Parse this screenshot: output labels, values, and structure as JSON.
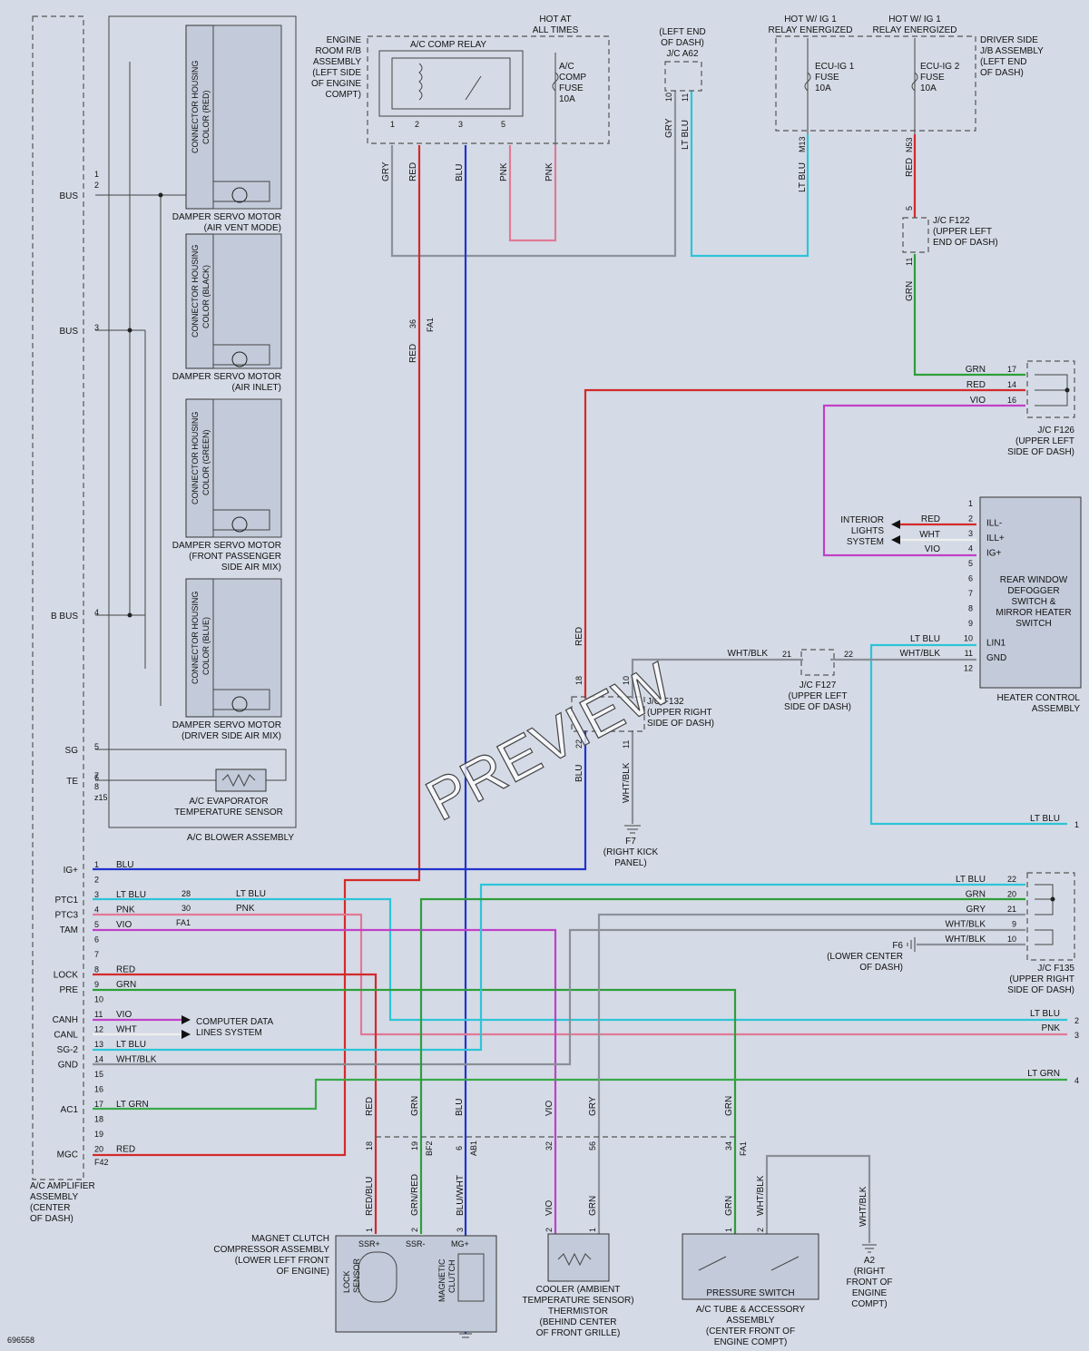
{
  "diagram_id": "696558",
  "watermark": "PREVIEW",
  "colors": {
    "bg": "#d5dbe6",
    "box": "#c3cbda",
    "red": "#d42a2a",
    "blu": "#2233cc",
    "ltblu": "#2ec4d8",
    "grn": "#2e9e3a",
    "ltgrn": "#3aa84a",
    "gry": "#8d939c",
    "pnk": "#e07a96",
    "vio": "#c040c8",
    "whtblk": "#8a8f98"
  },
  "amplifier": {
    "label": [
      "A/C AMPLIFIER",
      "ASSEMBLY",
      "(CENTER",
      "OF DASH)"
    ],
    "connector": "F42",
    "upper_pins": [
      {
        "term": "BUS",
        "pins": [
          "1",
          "2"
        ]
      },
      {
        "term": "BUS",
        "pins": [
          "3"
        ]
      },
      {
        "term": "B BUS",
        "pins": [
          "4"
        ]
      },
      {
        "term": "SG",
        "pins": [
          "5"
        ]
      },
      {
        "term": "TE",
        "pins": [
          "6"
        ]
      },
      {
        "term": "",
        "pins": [
          "7",
          "8",
          "z15"
        ]
      }
    ],
    "pins": [
      {
        "num": "1",
        "term": "IG+",
        "wire": "BLU"
      },
      {
        "num": "2",
        "term": "",
        "wire": ""
      },
      {
        "num": "3",
        "term": "PTC1",
        "wire": "LT BLU"
      },
      {
        "num": "4",
        "term": "PTC3",
        "wire": "PNK"
      },
      {
        "num": "5",
        "term": "TAM",
        "wire": "VIO"
      },
      {
        "num": "6",
        "term": "",
        "wire": ""
      },
      {
        "num": "7",
        "term": "",
        "wire": ""
      },
      {
        "num": "8",
        "term": "LOCK",
        "wire": "RED"
      },
      {
        "num": "9",
        "term": "PRE",
        "wire": "GRN"
      },
      {
        "num": "10",
        "term": "",
        "wire": ""
      },
      {
        "num": "11",
        "term": "CANH",
        "wire": "VIO"
      },
      {
        "num": "12",
        "term": "CANL",
        "wire": "WHT"
      },
      {
        "num": "13",
        "term": "SG-2",
        "wire": "LT BLU"
      },
      {
        "num": "14",
        "term": "GND",
        "wire": "WHT/BLK"
      },
      {
        "num": "15",
        "term": "",
        "wire": ""
      },
      {
        "num": "16",
        "term": "",
        "wire": ""
      },
      {
        "num": "17",
        "term": "AC1",
        "wire": "LT GRN"
      },
      {
        "num": "18",
        "term": "",
        "wire": ""
      },
      {
        "num": "19",
        "term": "",
        "wire": ""
      },
      {
        "num": "20",
        "term": "MGC",
        "wire": "RED"
      }
    ]
  },
  "blower": {
    "label": "A/C BLOWER ASSEMBLY",
    "motors": [
      {
        "housing": [
          "CONNECTOR HOUSING",
          "COLOR (RED)"
        ],
        "title": [
          "DAMPER SERVO MOTOR",
          "(AIR VENT MODE)"
        ]
      },
      {
        "housing": [
          "CONNECTOR HOUSING",
          "COLOR (BLACK)"
        ],
        "title": [
          "DAMPER SERVO MOTOR",
          "(AIR INLET)"
        ]
      },
      {
        "housing": [
          "CONNECTOR HOUSING",
          "COLOR (GREEN)"
        ],
        "title": [
          "DAMPER SERVO MOTOR",
          "(FRONT PASSENGER",
          "SIDE AIR MIX)"
        ]
      },
      {
        "housing": [
          "CONNECTOR HOUSING",
          "COLOR (BLUE)"
        ],
        "title": [
          "DAMPER SERVO MOTOR",
          "(DRIVER SIDE AIR MIX)"
        ]
      }
    ],
    "sensor": [
      "A/C EVAPORATOR",
      "TEMPERATURE SENSOR"
    ]
  },
  "relay_block": {
    "side_label": [
      "ENGINE",
      "ROOM R/B",
      "ASSEMBLY",
      "(LEFT SIDE",
      "OF ENGINE",
      "COMPT)"
    ],
    "hot": [
      "HOT AT",
      "ALL TIMES"
    ],
    "relay": "A/C COMP RELAY",
    "fuse": [
      "A/C",
      "COMP",
      "FUSE",
      "10A"
    ],
    "pins": [
      "1",
      "2",
      "3",
      "5"
    ],
    "wires": [
      "GRY",
      "RED",
      "BLU",
      "PNK",
      "PNK"
    ]
  },
  "jc_a62": {
    "label": [
      "(LEFT END",
      "OF DASH)",
      "J/C A62"
    ],
    "pins": [
      "10",
      "11"
    ],
    "wires": [
      "GRY",
      "LT BLU"
    ]
  },
  "driver_jb": {
    "label": [
      "DRIVER SIDE",
      "J/B ASSEMBLY",
      "(LEFT END",
      "OF DASH)"
    ],
    "hot1": [
      "HOT W/ IG 1",
      "RELAY ENERGIZED"
    ],
    "hot2": [
      "HOT W/ IG 1",
      "RELAY ENERGIZED"
    ],
    "fuse1": [
      "ECU-IG 1",
      "FUSE",
      "10A"
    ],
    "fuse2": [
      "ECU-IG 2",
      "FUSE",
      "10A"
    ],
    "pins": [
      "M13",
      "N53"
    ],
    "wires": [
      "LT BLU",
      "RED"
    ]
  },
  "jc_f122": {
    "label": [
      "J/C F122",
      "(UPPER LEFT",
      "END OF DASH)"
    ],
    "pins": [
      "5",
      "11"
    ],
    "wire": "GRN"
  },
  "jc_f126": {
    "label": [
      "J/C F126",
      "(UPPER LEFT",
      "SIDE OF DASH)"
    ],
    "rows": [
      {
        "wire": "GRN",
        "pin": "17"
      },
      {
        "wire": "RED",
        "pin": "14"
      },
      {
        "wire": "VIO",
        "pin": "16"
      }
    ]
  },
  "fa1_36": {
    "pin": "36",
    "conn": "FA1",
    "wire": "RED"
  },
  "heater": {
    "switch": [
      "REAR WINDOW",
      "DEFOGGER",
      "SWITCH &",
      "MIRROR HEATER",
      "SWITCH"
    ],
    "assembly": [
      "HEATER CONTROL",
      "ASSEMBLY"
    ],
    "pins": [
      {
        "num": "1",
        "term": ""
      },
      {
        "num": "2",
        "term": "ILL-"
      },
      {
        "num": "3",
        "term": "ILL+"
      },
      {
        "num": "4",
        "term": "IG+"
      },
      {
        "num": "5",
        "term": ""
      },
      {
        "num": "6",
        "term": ""
      },
      {
        "num": "7",
        "term": ""
      },
      {
        "num": "8",
        "term": ""
      },
      {
        "num": "9",
        "term": ""
      },
      {
        "num": "10",
        "term": "LIN1"
      },
      {
        "num": "11",
        "term": "GND"
      },
      {
        "num": "12",
        "term": ""
      }
    ],
    "wires": [
      "RED",
      "WHT",
      "VIO",
      "LT BLU",
      "WHT/BLK"
    ]
  },
  "interior": [
    "INTERIOR",
    "LIGHTS",
    "SYSTEM"
  ],
  "jc_f127": {
    "label": [
      "J/C F127",
      "(UPPER LEFT",
      "SIDE OF DASH)"
    ],
    "pins": [
      "21",
      "22"
    ],
    "wire": "WHT/BLK"
  },
  "jc_f132": {
    "label": [
      "J/C F132",
      "(UPPER RIGHT",
      "SIDE OF DASH)"
    ],
    "pins": [
      "18",
      "10",
      "22",
      "11"
    ],
    "wires": [
      "RED",
      "BLU",
      "WHT/BLK"
    ]
  },
  "ground_f7": {
    "id": "F7",
    "label": [
      "(RIGHT KICK",
      "PANEL)"
    ]
  },
  "jc_f135": {
    "label": [
      "J/C F135",
      "(UPPER RIGHT",
      "SIDE OF DASH)"
    ],
    "rows": [
      {
        "wire": "LT BLU",
        "pin": "22"
      },
      {
        "wire": "GRN",
        "pin": "20"
      },
      {
        "wire": "GRY",
        "pin": "21"
      },
      {
        "wire": "WHT/BLK",
        "pin": "9"
      },
      {
        "wire": "WHT/BLK",
        "pin": "10"
      }
    ]
  },
  "ground_f6": {
    "id": "F6",
    "label": [
      "(LOWER CENTER",
      "OF DASH)"
    ]
  },
  "fa1_mid": {
    "pins": [
      "28",
      "30"
    ],
    "conn": "FA1",
    "wires": [
      "LT BLU",
      "PNK"
    ]
  },
  "right_exits": [
    {
      "wire": "LT BLU",
      "num": "1"
    },
    {
      "wire": "LT BLU",
      "num": "2"
    },
    {
      "wire": "PNK",
      "num": "3"
    },
    {
      "wire": "LT GRN",
      "num": "4"
    }
  ],
  "computer_data": [
    "COMPUTER DATA",
    "LINES SYSTEM"
  ],
  "bottom_conn": [
    {
      "wire": "RED",
      "pin": "18",
      "conn": ""
    },
    {
      "wire": "GRN",
      "pin": "19",
      "conn": "BF2"
    },
    {
      "wire": "BLU",
      "pin": "6",
      "conn": "AB1"
    },
    {
      "wire": "VIO",
      "pin": "32",
      "conn": ""
    },
    {
      "wire": "GRY",
      "pin": "56",
      "conn": ""
    },
    {
      "wire": "GRN",
      "pin": "34",
      "conn": "FA1"
    }
  ],
  "compressor": {
    "label": [
      "MAGNET CLUTCH",
      "COMPRESSOR ASSEMBLY",
      "(LOWER LEFT FRONT",
      "OF ENGINE)"
    ],
    "terms": [
      "SSR+",
      "SSR-",
      "MG+"
    ],
    "pins": [
      "1",
      "2",
      "3"
    ],
    "wires": [
      "RED/BLU",
      "GRN/RED",
      "BLU/WHT"
    ],
    "lock": [
      "LOCK",
      "SENSOR"
    ],
    "clutch": [
      "MAGNETIC",
      "CLUTCH"
    ]
  },
  "cooler": {
    "label": [
      "COOLER (AMBIENT",
      "TEMPERATURE SENSOR)",
      "THERMISTOR",
      "(BEHIND CENTER",
      "OF FRONT GRILLE)"
    ],
    "pins": [
      "2",
      "1"
    ],
    "wires": [
      "VIO",
      "GRN"
    ]
  },
  "pressure": {
    "label": "PRESSURE SWITCH",
    "assembly": [
      "A/C TUBE & ACCESSORY",
      "ASSEMBLY",
      "(CENTER FRONT OF",
      "ENGINE COMPT)"
    ],
    "pins": [
      "1",
      "2"
    ],
    "wires": [
      "GRN",
      "WHT/BLK"
    ]
  },
  "ground_a2": {
    "id": "A2",
    "wire": "WHT/BLK",
    "label": [
      "(RIGHT",
      "FRONT OF",
      "ENGINE",
      "COMPT)"
    ]
  }
}
